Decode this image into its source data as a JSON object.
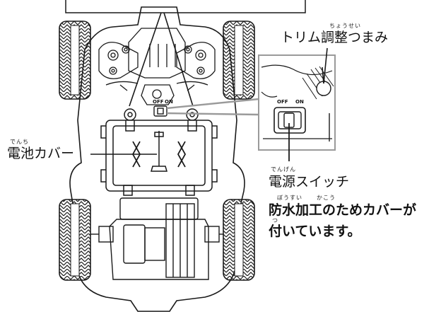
{
  "labels": {
    "trim_ruby": "ちょうせい",
    "trim": "トリム調整つまみ",
    "battery_ruby": "でんち",
    "battery": "電池カバー",
    "power_ruby": "でんげん",
    "power": "電源スイッチ",
    "waterproof_ruby_1": "ぼうすい",
    "waterproof_ruby_2": "かこう",
    "waterproof_line1": "防水加工のためカバーが",
    "waterproof_ruby_3": "つ",
    "waterproof_line2": "付いています。"
  },
  "switch": {
    "off": "OFF",
    "on": "ON"
  },
  "colors": {
    "line": "#1a1a1a",
    "inset_line": "#9a9a9a"
  }
}
